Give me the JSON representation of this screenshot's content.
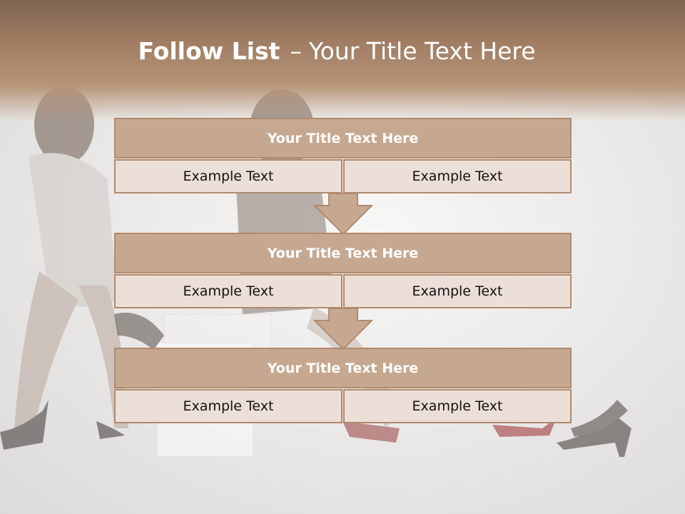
{
  "slide": {
    "title_bold": "Follow List",
    "title_separator": "–",
    "title_rest": "Your Title Text Here"
  },
  "blocks": [
    {
      "title": "Your Title Text Here",
      "cells": [
        "Example Text",
        "Example Text"
      ]
    },
    {
      "title": "Your Title Text Here",
      "cells": [
        "Example Text",
        "Example Text"
      ]
    },
    {
      "title": "Your Title Text Here",
      "cells": [
        "Example Text",
        "Example Text"
      ]
    }
  ],
  "colors": {
    "header_band": "#a07d63",
    "block_title_fill": "#c6a890",
    "cell_fill": "#ecdfd8",
    "border": "#b08a6d",
    "arrow_fill": "#c6a890"
  },
  "icons": {
    "arrow": "down-arrow-icon"
  }
}
